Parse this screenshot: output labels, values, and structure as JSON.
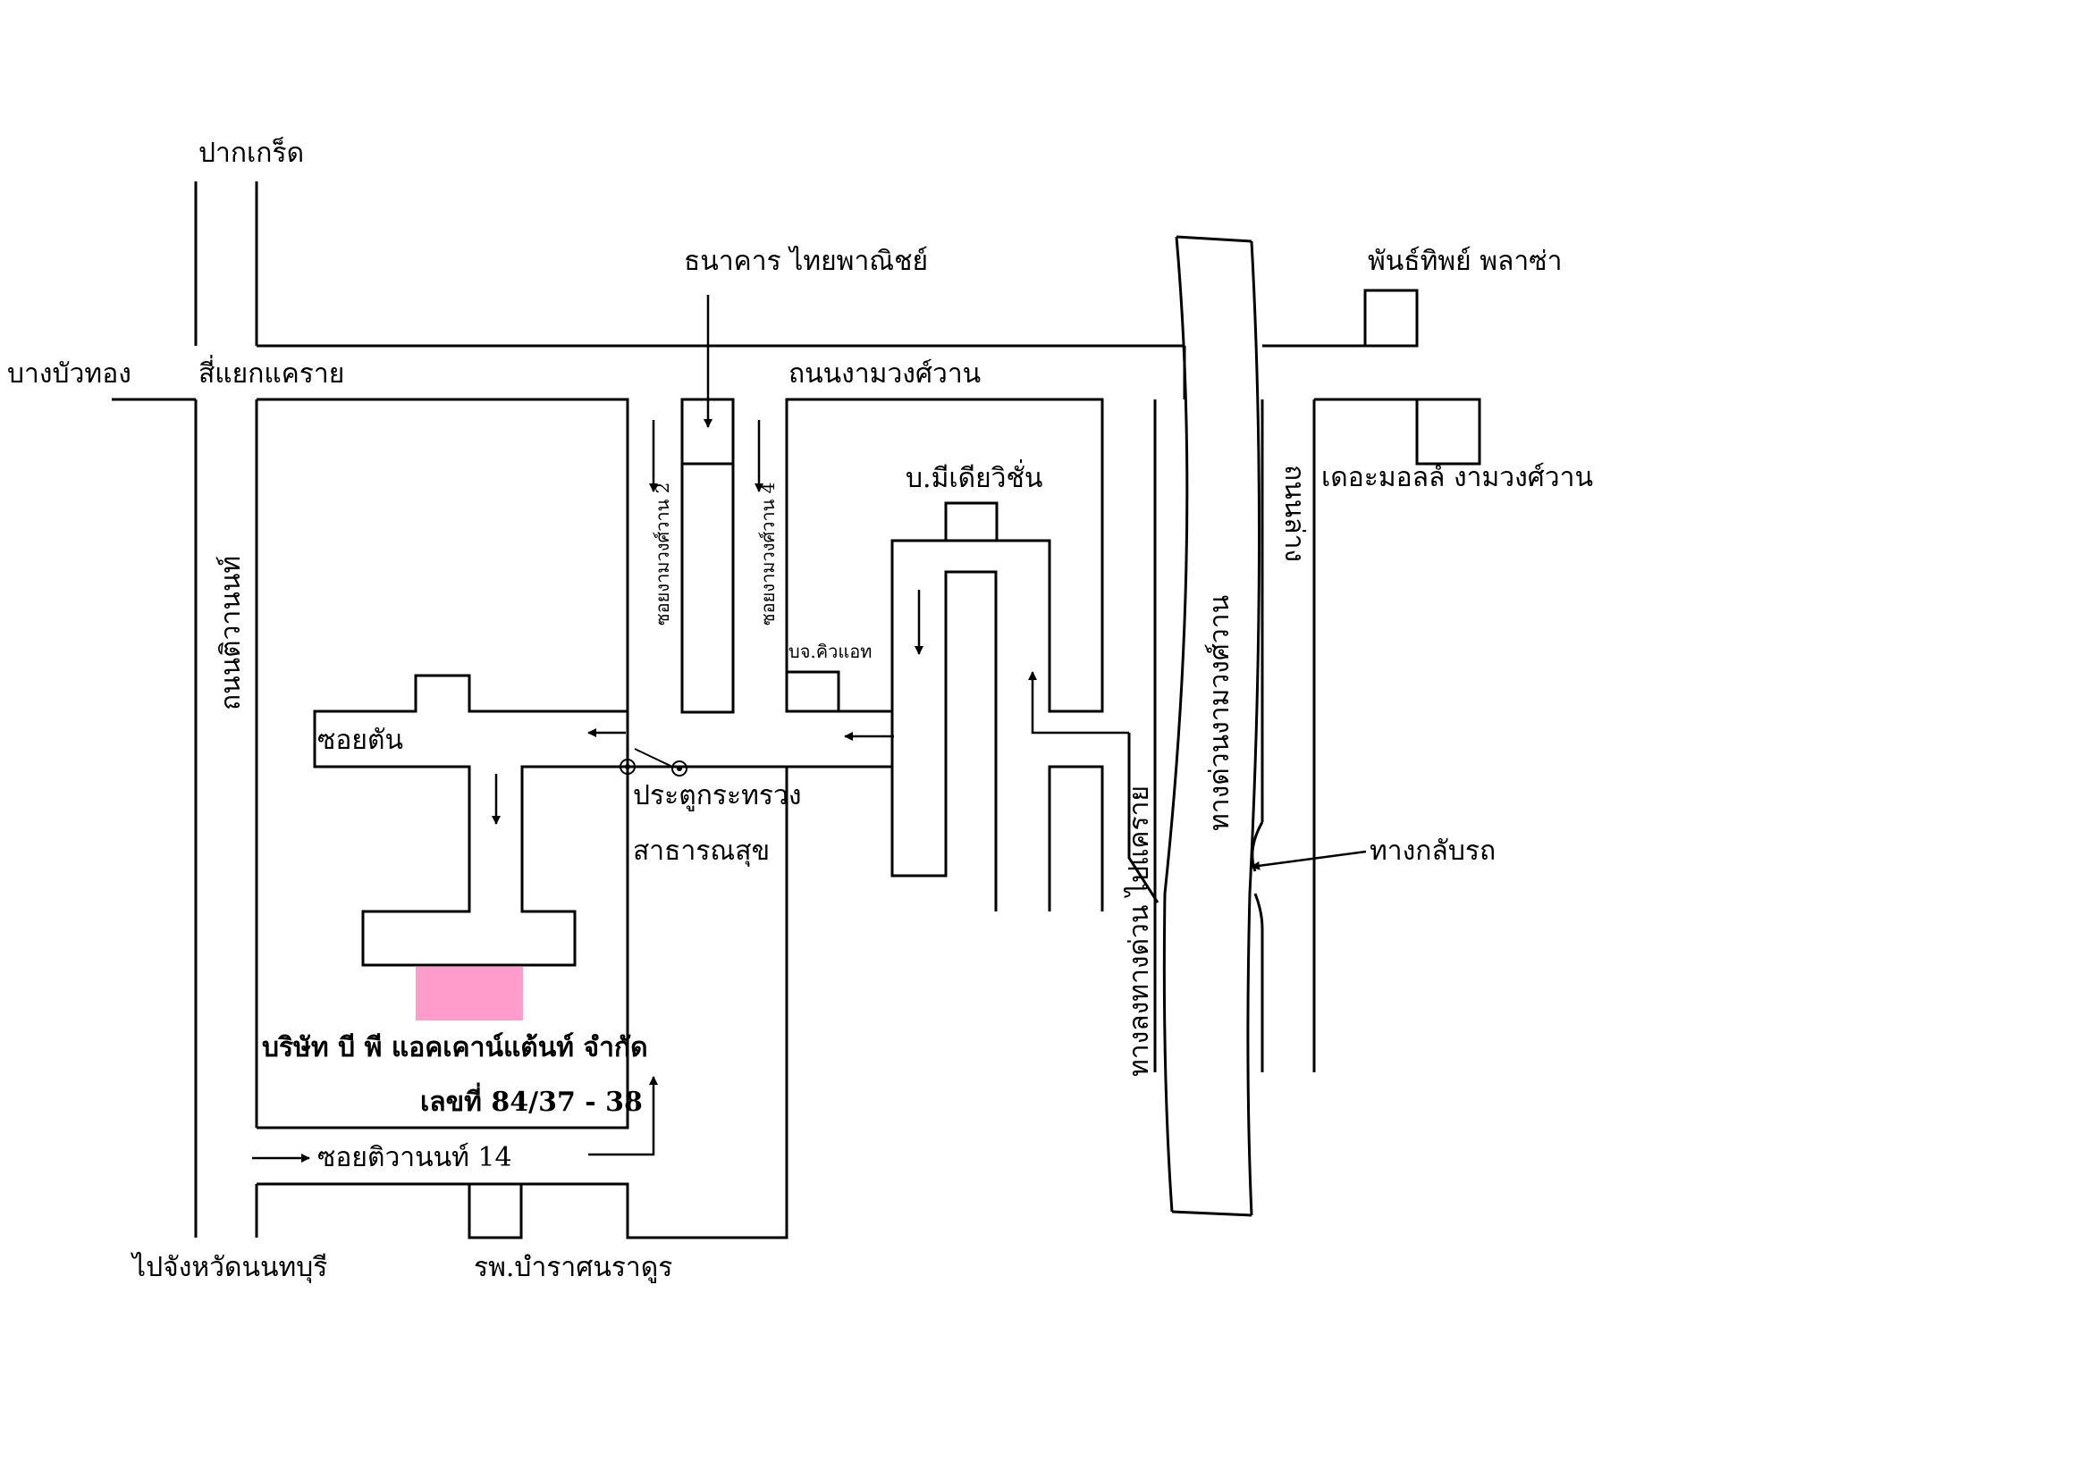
{
  "labels": {
    "pak_kret": "ปากเกร็ด",
    "bang_bua_thong": "บางบัวทอง",
    "khae_rai_junction": "สี่แยกแคราย",
    "ngam_wong_wan_road": "ถนนงามวงศ์วาน",
    "scb_bank": "ธนาคาร ไทยพาณิชย์",
    "phan_thip_plaza": "พันธ์ทิพย์ พลาซ่า",
    "the_mall": "เดอะมอลล์ งามวงศ์วาน",
    "tiwanon_road": "ถนนติวานนท์",
    "soi_ngam_2": "ซอยงามวงศ์วาน 2",
    "soi_ngam_4": "ซอยงามวงศ์วาน 4",
    "media_vision": "บ.มีเดียวิชั่น",
    "qat_company": "บจ.คิวแอท",
    "soi_tan": "ซอยตัน",
    "gate_line1": "ประตูกระทรวง",
    "gate_line2": "สาธารณสุข",
    "company_name": "บริษัท บี พี แอคเคาน์แต้นท์ จำกัด",
    "company_address": "เลขที่ 84/37 - 38",
    "soi_tiwanon_14": "ซอยติวานนท์ 14",
    "to_nonthaburi": "ไปจังหวัดนนทบุรี",
    "bamrasnaradura": "รพ.บำราศนราดูร",
    "expressway_down": "ทางลงทางด่วน ไปแคราย",
    "ngam_wong_wan_expressway": "ทางด่วนงามวงศ์วาน",
    "road_below": "ถนนล่าง",
    "u_turn": "ทางกลับรถ"
  },
  "colors": {
    "line": "#000000",
    "company_marker": "#ff9ccc",
    "background": "#ffffff"
  }
}
